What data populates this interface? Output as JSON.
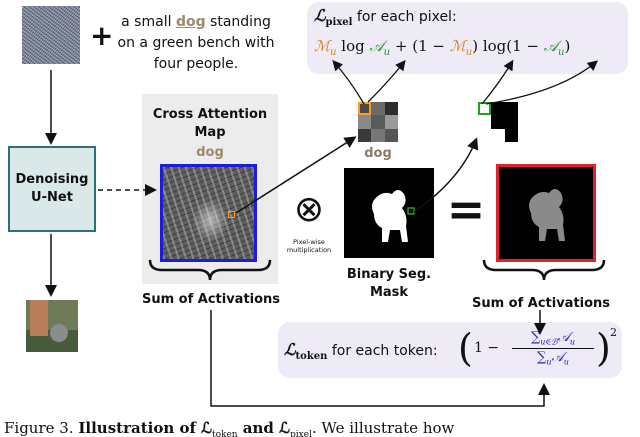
{
  "prompt": {
    "pre": "a small ",
    "word": "dog",
    "post": " standing on a green bench with four people."
  },
  "unet": {
    "line1": "Denoising",
    "line2": "U-Net"
  },
  "cross_attention": {
    "title": "Cross Attention Map",
    "token": "dog"
  },
  "crop_token_label": "dog",
  "multiply": {
    "symbol": "⊗",
    "caption": "Pixel-wise multiplication"
  },
  "mask_label": "Binary Seg. Mask",
  "equals_symbol": "=",
  "sum_left": "Sum of Activations",
  "sum_right": "Sum of Activations",
  "plus_symbol": "+",
  "pixel_loss": {
    "symbol": "ℒ",
    "subscript": "pixel",
    "suffix": " for each pixel:",
    "f1": "ℳ",
    "f2": " log ",
    "f3": "𝒜",
    "f4": " + (1 − ",
    "f5": "ℳ",
    "f6": ") log(1 − ",
    "f7": "𝒜",
    "f8": ")",
    "sub_u": "u"
  },
  "token_loss": {
    "symbol": "ℒ",
    "subscript": "token",
    "suffix": " for each token:",
    "one_minus": "1 −",
    "num": "∑",
    "num_sub": "u∈ℬ",
    "num_a": "𝒜",
    "den": "∑",
    "den_sub": "u",
    "den_a": "𝒜",
    "sub_u": "u",
    "power": "2"
  },
  "caption": {
    "fig": "Figure 3.",
    "bold": "Illustration of ℒ",
    "and": " and ℒ",
    "rest": ". We illustrate how"
  },
  "colors": {
    "green": "#2f8f2f",
    "orange": "#d2861f",
    "blue": "#2424b0",
    "red": "#e0202a",
    "teal": "#2d6f7b",
    "panel": "#eeeaf6"
  }
}
